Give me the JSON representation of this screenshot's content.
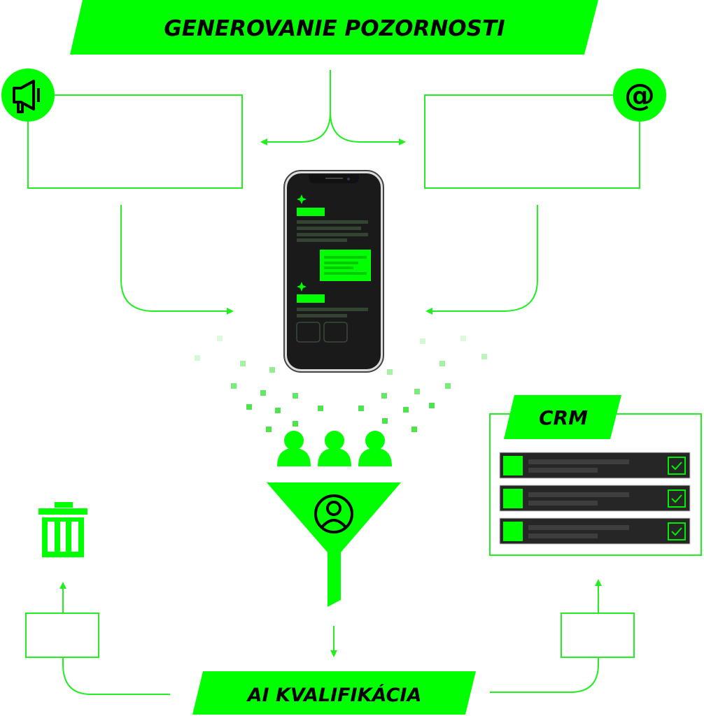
{
  "title": "GENEROVANIE POZORNOSTI",
  "bottom_label": "AI KVALIFIKÁCIA",
  "crm": {
    "label": "CRM",
    "rows": 3
  },
  "colors": {
    "accent": "#00ff00",
    "line": "#22ee22",
    "dark": "#1a1a1a"
  },
  "icons": [
    "megaphone-icon",
    "at-sign-icon",
    "sparkle-icon",
    "people-icon",
    "funnel-icon",
    "user-circle-icon",
    "trash-icon",
    "checkbox-icon"
  ]
}
